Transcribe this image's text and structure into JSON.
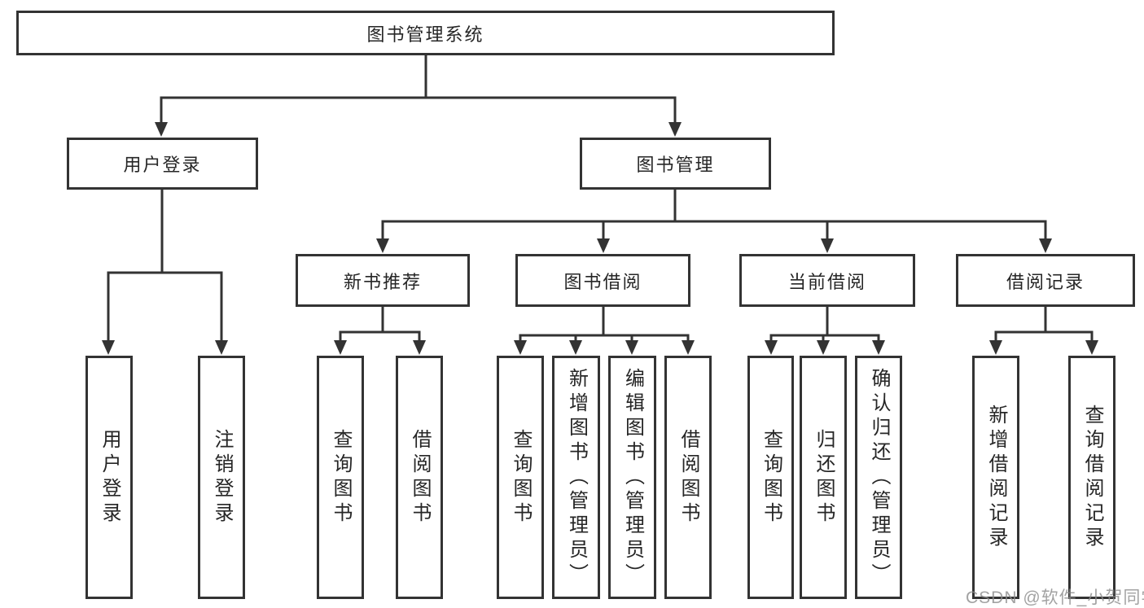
{
  "diagram": {
    "type": "tree",
    "root": {
      "label": "图书管理系统"
    },
    "branches": [
      {
        "label": "用户登录",
        "children": [
          {
            "label": "用户登录"
          },
          {
            "label": "注销登录"
          }
        ]
      },
      {
        "label": "图书管理",
        "children": [
          {
            "label": "新书推荐",
            "children": [
              {
                "label": "查询图书"
              },
              {
                "label": "借阅图书"
              }
            ]
          },
          {
            "label": "图书借阅",
            "children": [
              {
                "label": "查询图书"
              },
              {
                "label": "新增图书（管理员）"
              },
              {
                "label": "编辑图书（管理员）"
              },
              {
                "label": "借阅图书"
              }
            ]
          },
          {
            "label": "当前借阅",
            "children": [
              {
                "label": "查询图书"
              },
              {
                "label": "归还图书"
              },
              {
                "label": "确认归还（管理员）"
              }
            ]
          },
          {
            "label": "借阅记录",
            "children": [
              {
                "label": "新增借阅记录"
              },
              {
                "label": "查询借阅记录"
              }
            ]
          }
        ]
      }
    ]
  },
  "watermark": {
    "text": "CSDN @软件_小贺同学"
  },
  "colors": {
    "stroke": "#333333",
    "text": "#262626",
    "watermark_text": "#8c8c8c",
    "background": "#ffffff"
  }
}
